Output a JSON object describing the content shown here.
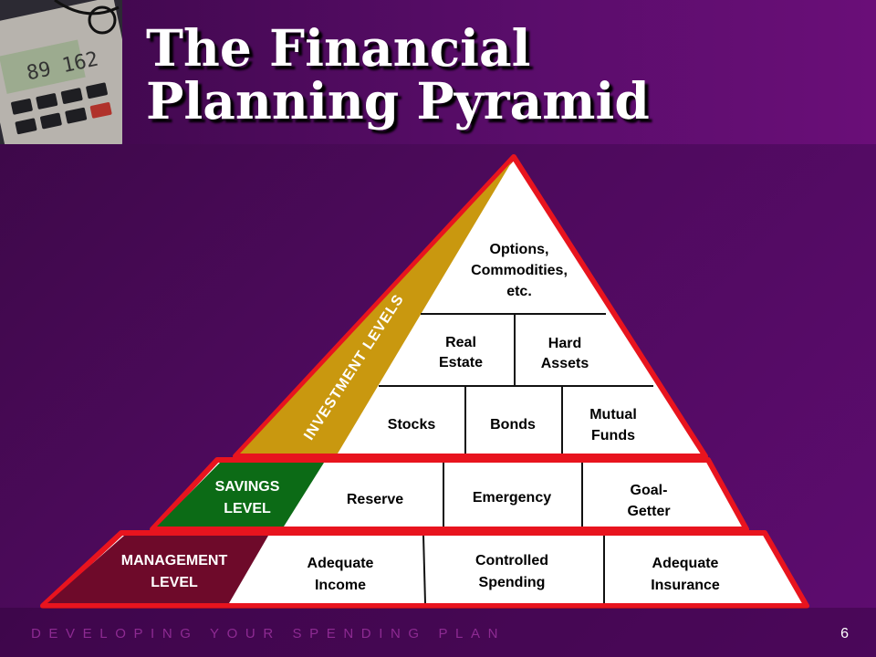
{
  "slide": {
    "title_line1": "The Financial",
    "title_line2": "Planning Pyramid",
    "footer": "DEVELOPING YOUR SPENDING PLAN",
    "page_number": "6"
  },
  "pyramid": {
    "investment": {
      "label": "INVESTMENT LEVELS",
      "top": [
        "Options,",
        "Commodities,",
        "etc."
      ],
      "row2": [
        {
          "line1": "Real",
          "line2": "Estate"
        },
        {
          "line1": "Hard",
          "line2": "Assets"
        }
      ],
      "row3": [
        {
          "line1": "Stocks"
        },
        {
          "line1": "Bonds"
        },
        {
          "line1": "Mutual",
          "line2": "Funds"
        }
      ]
    },
    "savings": {
      "label_line1": "SAVINGS",
      "label_line2": "LEVEL",
      "cells": [
        {
          "line1": "Reserve"
        },
        {
          "line1": "Emergency"
        },
        {
          "line1": "Goal-",
          "line2": "Getter"
        }
      ]
    },
    "management": {
      "label_line1": "MANAGEMENT",
      "label_line2": "LEVEL",
      "cells": [
        {
          "line1": "Adequate",
          "line2": "Income"
        },
        {
          "line1": "Controlled",
          "line2": "Spending"
        },
        {
          "line1": "Adequate",
          "line2": "Insurance"
        }
      ]
    }
  },
  "colors": {
    "background": "#4d0a5c",
    "border_red": "#e8141e",
    "investment_gold": "#c9980f",
    "savings_green": "#0c6b16",
    "management_maroon": "#6e0a2a",
    "footer_text": "#8d2a92"
  }
}
